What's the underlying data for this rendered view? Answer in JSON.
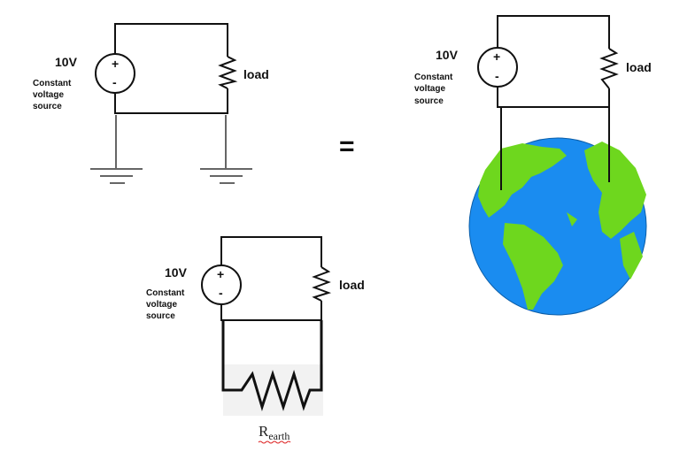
{
  "circuits": {
    "grounded": {
      "voltage": "10V",
      "source_label": [
        "Constant",
        "voltage",
        "source"
      ],
      "plus": "+",
      "minus": "-",
      "load": "load"
    },
    "earth": {
      "voltage": "10V",
      "source_label": [
        "Constant",
        "voltage",
        "source"
      ],
      "plus": "+",
      "minus": "-",
      "load": "load"
    },
    "equivalent": {
      "voltage": "10V",
      "source_label": [
        "Constant",
        "voltage",
        "source"
      ],
      "plus": "+",
      "minus": "-",
      "load": "load",
      "resistor_label_main": "R",
      "resistor_label_sub": "earth"
    }
  },
  "equals": "=",
  "colors": {
    "ocean": "#1a8cf0",
    "land": "#6ed71e",
    "wire": "#111111",
    "ground": "#666666"
  }
}
